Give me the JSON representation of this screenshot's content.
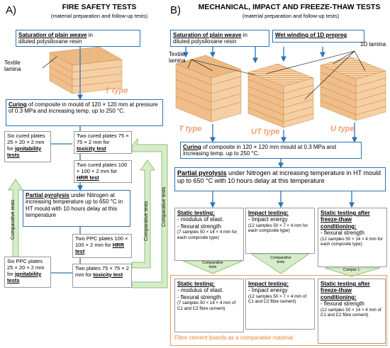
{
  "panel_a": {
    "letter": "A)",
    "title": "FIRE SAFETY TESTS",
    "subtitle": "(material preparation and follow-up tests)",
    "saturation": {
      "u": "Saturation of plain weave",
      "t1": " in",
      "t2": "diluted polysiloxane resin"
    },
    "textile_label": "Textile lamina",
    "type_label": "T type",
    "curing": {
      "u": "Curing",
      "t": " of composite in mould of 120 × 120 mm at pressure of 0.3 MPa and increasing temp. up to 250 °C."
    },
    "six_cured": {
      "t": "Six cured plates 25 × 20 × 2 mm for ",
      "u": "ignitability tests"
    },
    "two_cured_tox": {
      "t": "Two cured plates 75 × 75 × 2 mm for ",
      "u": "toxicity test"
    },
    "two_cured_hrr": {
      "t": "Two cured plates 100 × 100 × 2 mm for ",
      "u": "HRR test"
    },
    "pyrolysis": {
      "u": "Partial pyrolysis",
      "t": " under Nitrogen at increasing temperature up to 650 °C in HT mould with 10 hours delay at this temperature"
    },
    "two_ppc_hrr": {
      "t": "Two PPC plates 100 × 100 × 2 mm for ",
      "u": "HRR test"
    },
    "six_ppc": {
      "t": "Six PPC plates 25 × 20 × 2 mm for ",
      "u": "ignitability tests"
    },
    "two_plates_tox": {
      "t": "Two plates 75 × 75 × 2 mm for ",
      "u": "toxicity test"
    },
    "comparative_left": "Comparative tests",
    "comparative_right1": "Comparative tests",
    "comparative_right2": "Comparative tests"
  },
  "panel_b": {
    "letter": "B)",
    "title": "MECHANICAL, IMPACT AND FREEZE-THAW TESTS",
    "subtitle": "(material preparation and follow-up tests)",
    "saturation": {
      "u": "Saturation of plain weave",
      "t1": " in",
      "t2": "diluted polysiloxane resin"
    },
    "wet_winding": "Wet winding of 1D prepreg",
    "textile_label": "Textile lamina",
    "ud_label": "1D lamina",
    "types": [
      "T type",
      "UT type",
      "U type"
    ],
    "curing": {
      "u": "Curing",
      "t": " of composite in 120 × 120 mm mould at 0.3 MPa and increasing temp. up to 250 °C."
    },
    "pyrolysis": {
      "u": "Partial pyrolysis",
      "t": " under Nitrogen at increasing temperature in HT mould up to 650 °C with 10 hours delay at this temperature"
    },
    "static": {
      "title": "Static testing:",
      "l1": "- modulus of elast.",
      "l2": "- flexural strength",
      "note": "(7 samples 50 × 14 × 4 mm  for each composite type)"
    },
    "impact": {
      "title": "Impact testing:",
      "l1": "- Impact energy",
      "note": "(12 samples 50 × 7 × 4 mm for each composite type)"
    },
    "freeze": {
      "title": "Static testing after freeze-thaw conditioning:",
      "l1": "- flexural strength",
      "note": "(12 samples 50 × 14 × 4 mm for each composite type)"
    },
    "comp1": "Comparative tests",
    "comp2": "Comparative tests",
    "comp3": "Compar. t.",
    "static2": {
      "title": "Static testing:",
      "l1": "- modulus of elast.",
      "l2": "- flexural strength",
      "note": "(7 samples 50 × 14 × 4 mm  of C1 and C2 fibre cement)"
    },
    "impact2": {
      "title": "Impact testing:",
      "l1": "- Impact energy",
      "note": "(12 samples 50 × 7 × 4 mm of C1 and C2 fibre cement)"
    },
    "freeze2": {
      "title": "Static testing after freeze-thaw conditioning:",
      "l1": "- flexural strength",
      "note": "(12 samples 50 × 14 × 4 mm of C1 and C2 fibre cement)"
    },
    "fibre_cement": "Fibre cement boards as a comparative material"
  },
  "colors": {
    "blue": "#2b73b5",
    "orange": "#f29a58",
    "green": "#d7ecc9",
    "green_edge": "#8fc27a",
    "grey": "#9a9a9a"
  }
}
